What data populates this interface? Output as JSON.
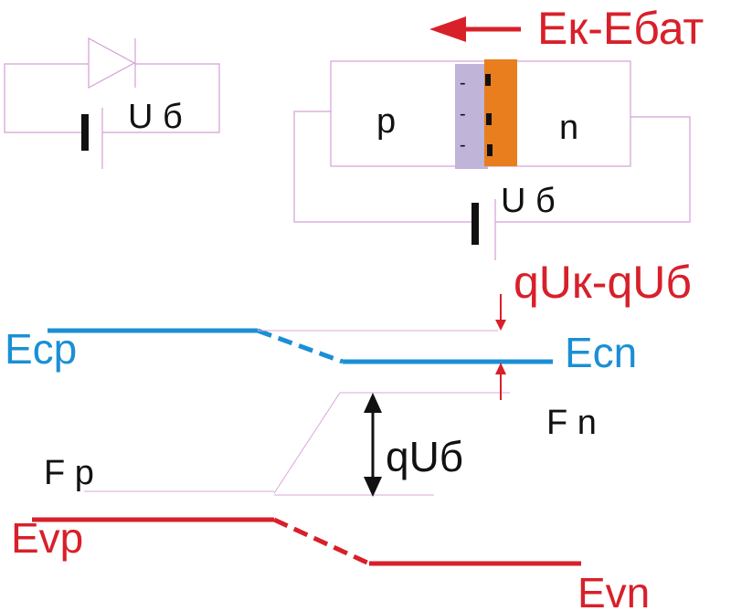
{
  "colors": {
    "conduction_band": "#1a8fd6",
    "valence_band": "#d8202a",
    "wire": "#d4a0d4",
    "depletion_p": "#c0b4d8",
    "depletion_n": "#e87e1e",
    "arrow_red": "#d8202a",
    "arrow_black": "#111111"
  },
  "circuit_left": {
    "voltage_label": "U б",
    "symbols": [
      "diode-icon",
      "battery-icon"
    ]
  },
  "junction": {
    "p_label": "p",
    "n_label": "n",
    "minus_signs": [
      "-",
      "-",
      "-"
    ],
    "voltage_label": "U б",
    "field_label": "Ек-Ебат",
    "field_arrow": "left-arrow-icon"
  },
  "band_diagram": {
    "ec_p": "Ecp",
    "ec_n": "Ecn",
    "ev_p": "Evp",
    "ev_n": "Evn",
    "fermi_p": "F p",
    "fermi_n": "F n",
    "barrier_label": "qUк-qUб",
    "bias_label": "qUб"
  }
}
